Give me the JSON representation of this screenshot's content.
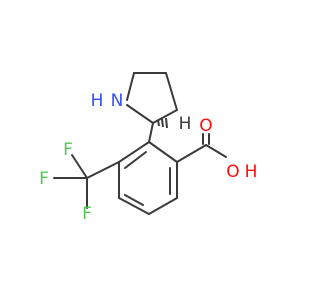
{
  "molecule": {
    "atoms": [
      {
        "id": "N1",
        "label": "N"
      },
      {
        "id": "H1",
        "label": "H"
      },
      {
        "id": "O1",
        "label": "O"
      },
      {
        "id": "O2",
        "label": "O"
      },
      {
        "id": "H2",
        "label": "H"
      },
      {
        "id": "F1",
        "label": "F"
      },
      {
        "id": "F2",
        "label": "F"
      },
      {
        "id": "F3",
        "label": "F"
      },
      {
        "id": "Hstereo",
        "label": "H"
      }
    ]
  },
  "colors": {
    "bond": "#3a3a3a",
    "nitrogen": "#3050f8",
    "oxygen": "#ff0d0d",
    "fluorine": "#50c850",
    "hydrogen": "#3a3a3a"
  }
}
